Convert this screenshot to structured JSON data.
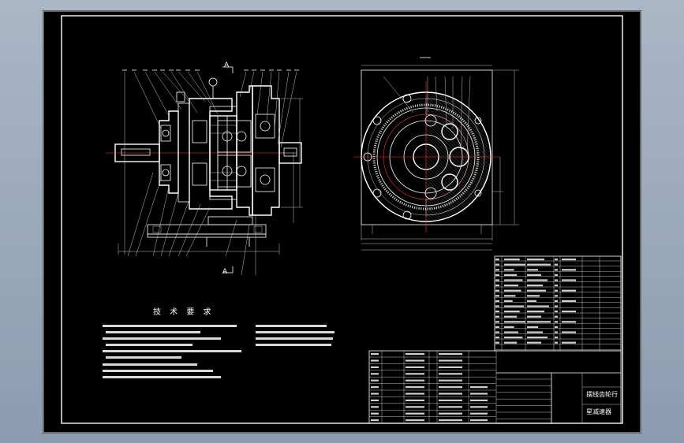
{
  "drawing": {
    "view_a_label": "A",
    "section_label": "A",
    "tech_requirements_title": "技 术 要 求",
    "title_block_name_line1": "摆线齿轮行",
    "title_block_name_line2": "星减速器"
  },
  "colors": {
    "background": "#000000",
    "line": "#ffffff",
    "center_line": "#ff3030",
    "window": "#8c9cb0"
  }
}
